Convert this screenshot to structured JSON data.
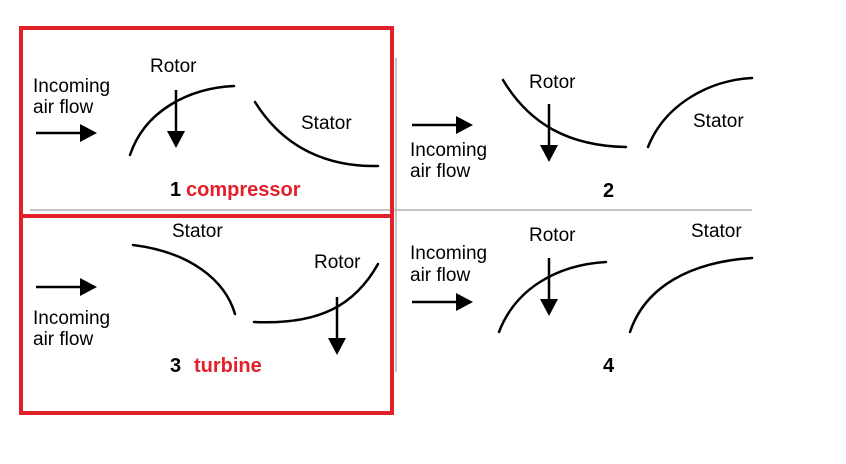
{
  "colors": {
    "highlight": "#e2202a",
    "ink": "#000000",
    "divider": "#b0b0b0"
  },
  "labels": {
    "rotor": "Rotor",
    "stator": "Stator",
    "incoming_line1": "Incoming",
    "incoming_line2": "air flow"
  },
  "panels": [
    {
      "number": "1",
      "tag": "compressor"
    },
    {
      "number": "2",
      "tag": ""
    },
    {
      "number": "3",
      "tag": "turbine"
    },
    {
      "number": "4",
      "tag": ""
    }
  ]
}
